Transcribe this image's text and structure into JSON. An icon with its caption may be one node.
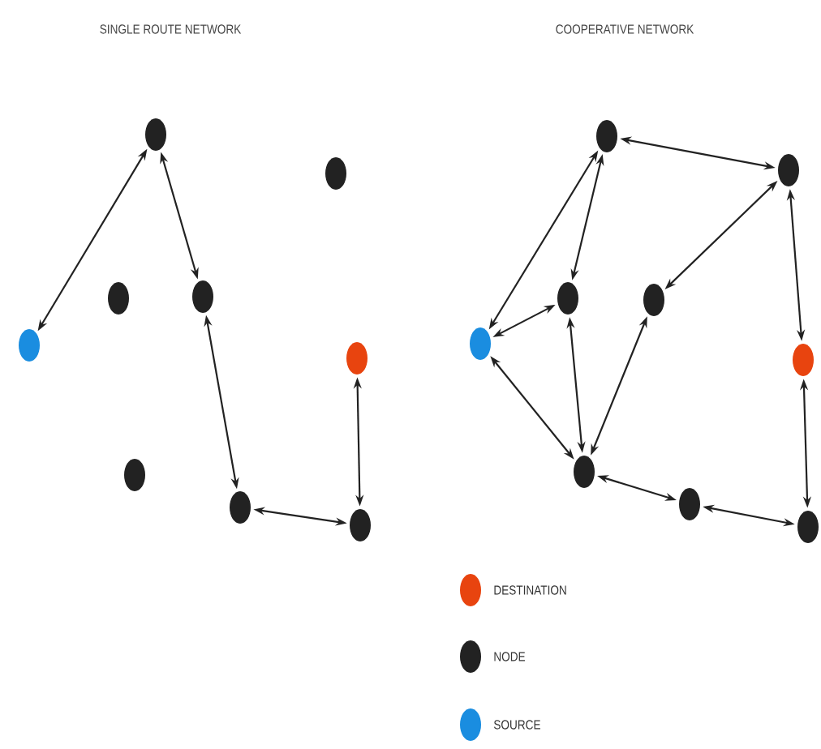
{
  "diagram": {
    "nodes": [
      {
        "text": [],
        "shape": "ellipse"
      },
      {
        "text": [],
        "shape": "ellipse"
      },
      {
        "text": [],
        "shape": "ellipse"
      },
      {
        "text": [],
        "shape": "ellipse"
      },
      {
        "text": [],
        "shape": "ellipse"
      },
      {
        "text": [],
        "shape": "ellipse"
      },
      {
        "text": [],
        "shape": "ellipse"
      },
      {
        "text": [],
        "shape": "ellipse"
      },
      {
        "text": [],
        "shape": "ellipse"
      },
      {
        "text": [],
        "shape": "ellipse"
      },
      {
        "text": [],
        "shape": "ellipse"
      },
      {
        "text": [],
        "shape": "ellipse"
      },
      {
        "text": [],
        "shape": "ellipse"
      },
      {
        "text": [],
        "shape": "ellipse"
      },
      {
        "text": [],
        "shape": "ellipse"
      },
      {
        "text": [],
        "shape": "ellipse"
      },
      {
        "text": [],
        "shape": "ellipse"
      },
      {
        "text": [],
        "shape": "ellipse"
      }
    ],
    "edges": [
      {
        "from": 0,
        "to": 4,
        "arrow": "both"
      },
      {
        "from": 0,
        "to": 3,
        "arrow": "both"
      },
      {
        "from": 3,
        "to": 7,
        "arrow": "both"
      },
      {
        "from": 7,
        "to": 8,
        "arrow": "both"
      },
      {
        "from": 5,
        "to": 8,
        "arrow": "both"
      },
      {
        "from": 9,
        "to": 10,
        "arrow": "both"
      },
      {
        "from": 9,
        "to": 13,
        "arrow": "both"
      },
      {
        "from": 9,
        "to": 11,
        "arrow": "both"
      },
      {
        "from": 10,
        "to": 12,
        "arrow": "both"
      },
      {
        "from": 10,
        "to": 14,
        "arrow": "both"
      },
      {
        "from": 13,
        "to": 11,
        "arrow": "both"
      },
      {
        "from": 13,
        "to": 15,
        "arrow": "both"
      },
      {
        "from": 11,
        "to": 15,
        "arrow": "both"
      },
      {
        "from": 12,
        "to": 15,
        "arrow": "both"
      },
      {
        "from": 15,
        "to": 16,
        "arrow": "both"
      },
      {
        "from": 16,
        "to": 17,
        "arrow": "both"
      },
      {
        "from": 14,
        "to": 17,
        "arrow": "both"
      }
    ],
    "labels": [
      "SINGLE ROUTE NETWORK",
      "COOPERATIVE NETWORK"
    ],
    "legend": [
      {
        "text": "DESTINATION",
        "color": "#e8440f"
      },
      {
        "text": "NODE",
        "color": "#222222"
      },
      {
        "text": "SOURCE",
        "color": "#1a8de0"
      }
    ]
  }
}
